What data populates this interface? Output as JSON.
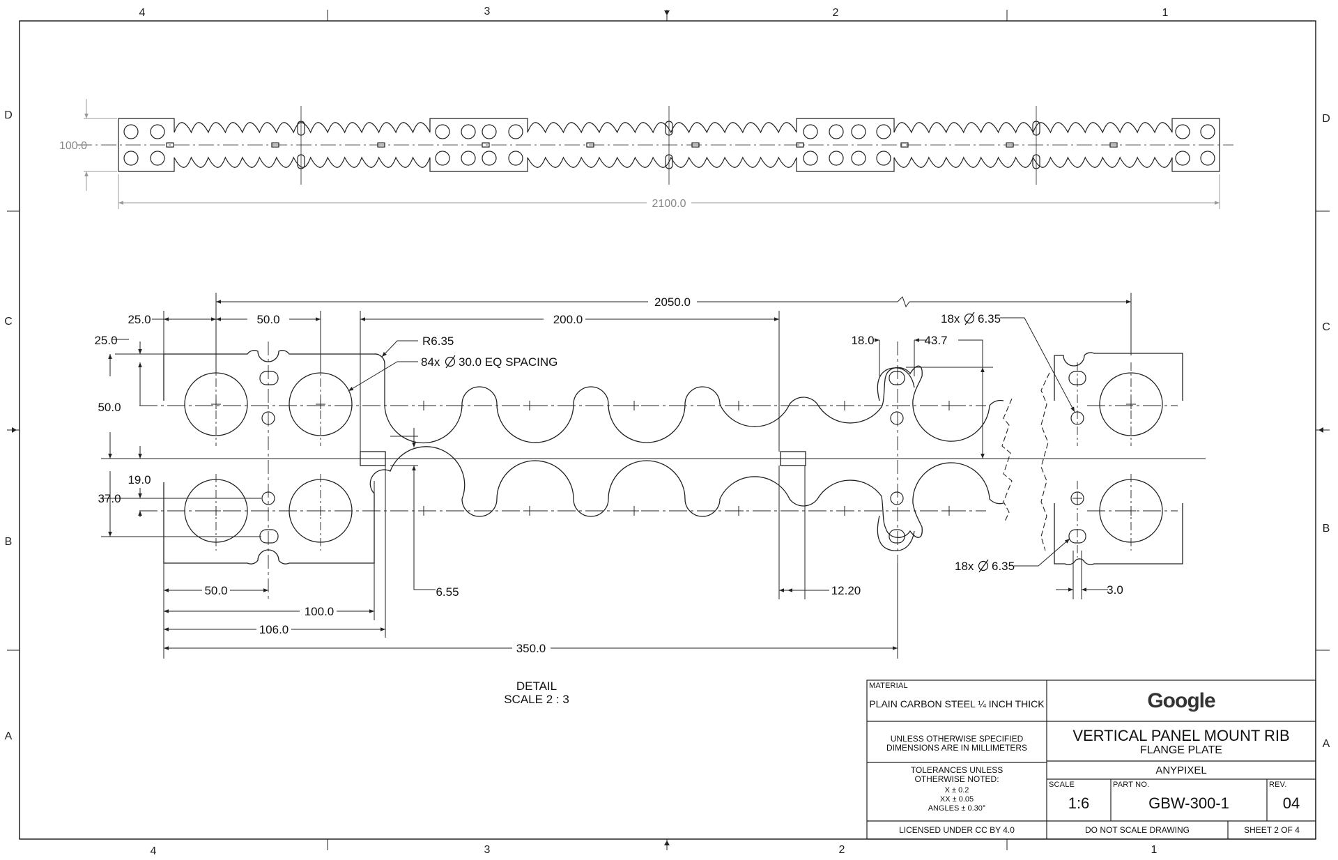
{
  "sheet": {
    "zones_top": [
      "4",
      "3",
      "2",
      "1"
    ],
    "zones_side": [
      "D",
      "C",
      "B",
      "A"
    ]
  },
  "overview": {
    "height_dim": "100.0",
    "length_dim": "2100.0"
  },
  "detail": {
    "dims": {
      "overall": "2050.0",
      "left_25h": "25.0",
      "hole_pitch": "50.0",
      "slot_span": "200.0",
      "left_25v": "25.0",
      "row_50": "50.0",
      "gap_19": "19.0",
      "row_37": "37.0",
      "edge_50": "50.0",
      "edge_100": "100.0",
      "edge_106": "106.0",
      "span_350": "350.0",
      "w_18": "18.0",
      "w_43": "43.7",
      "w_655": "6.55",
      "w_1220": "12.20",
      "w_3": "3.0"
    },
    "notes": {
      "radius": "R6.35",
      "holes_prefix": "84x",
      "holes_value": "30.0 EQ SPACING",
      "upper_prefix": "18x",
      "upper_value": "6.35",
      "lower_prefix": "18x",
      "lower_value": "6.35"
    },
    "caption": {
      "line1": "DETAIL",
      "line2": "SCALE  2 : 3"
    }
  },
  "title_block": {
    "material_label": "MATERIAL",
    "material_value": "PLAIN CARBON STEEL ¼ INCH THICK",
    "units_line1": "UNLESS OTHERWISE SPECIFIED",
    "units_line2": "DIMENSIONS ARE IN MILLIMETERS",
    "tol_line1": "TOLERANCES UNLESS",
    "tol_line2": "OTHERWISE NOTED:",
    "tol_x": "X ± 0.2",
    "tol_xx": "XX ± 0.05",
    "tol_angles": "ANGLES ± 0.30°",
    "license": "LICENSED UNDER CC BY 4.0",
    "logo_text": "Google",
    "title": "VERTICAL PANEL MOUNT RIB",
    "subtitle": "FLANGE PLATE",
    "project": "ANYPIXEL",
    "scale_label": "SCALE",
    "scale_value": "1:6",
    "part_label": "PART NO.",
    "part_value": "GBW-300-1",
    "rev_label": "REV.",
    "rev_value": "04",
    "no_scale": "DO NOT SCALE DRAWING",
    "sheet_of": "SHEET 2 OF 4"
  },
  "colors": {
    "line": "#222222",
    "dim_gray": "#888888",
    "logo_gray": "#333333"
  }
}
